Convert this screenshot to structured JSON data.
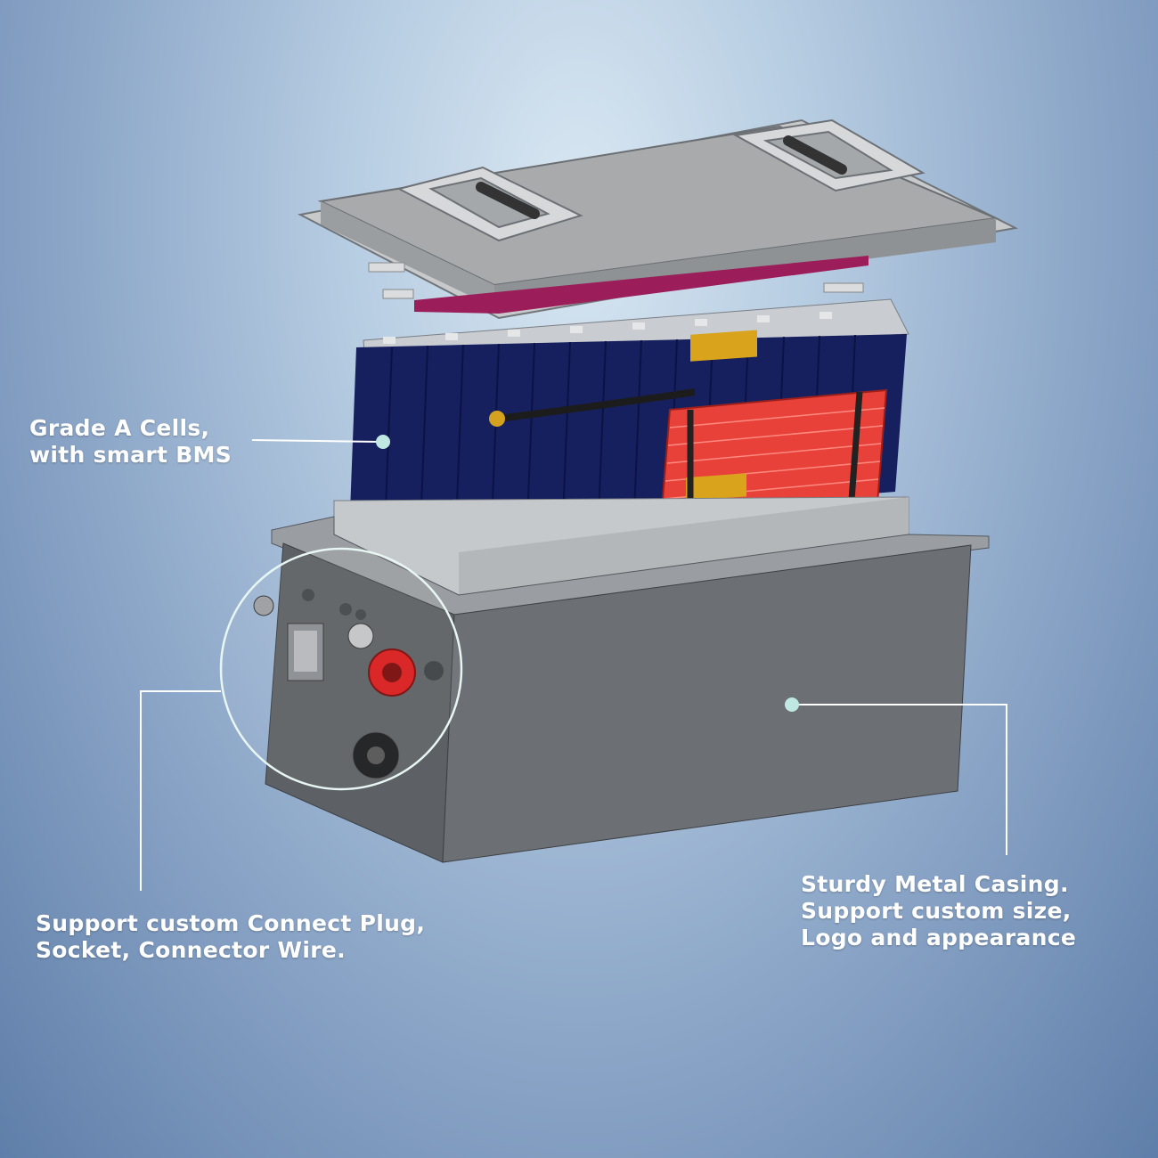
{
  "callouts": {
    "cells": {
      "line1": "Grade A Cells,",
      "line2": "with smart BMS"
    },
    "plug": {
      "line1": "Support custom Connect Plug,",
      "line2": "Socket, Connector Wire."
    },
    "casing": {
      "line1": "Sturdy Metal Casing.",
      "line2": "Support custom size,",
      "line3": "Logo and appearance"
    }
  },
  "colors": {
    "background_top": "#d9e7f2",
    "background_bottom": "#5f7ea9",
    "cell_blue": "#17205f",
    "bms_red": "#e8413a",
    "casing_gray": "#6a6d70",
    "lid_gray": "#a9abad",
    "callout_dot": "#bfe8e2",
    "callout_text": "#ffffff"
  }
}
